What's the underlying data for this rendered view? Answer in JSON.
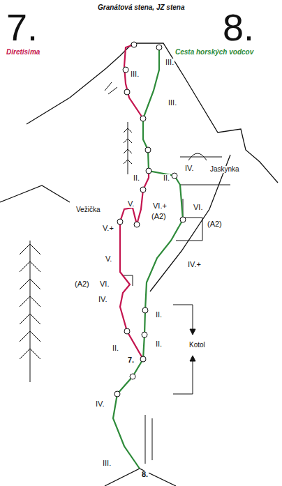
{
  "diagram": {
    "title": "Granátová stena, JZ stena",
    "labels": [
      "7.",
      "Diretisima",
      "8.",
      "Cesta horských vodcov",
      "III.",
      "III.",
      "III.",
      "IV.",
      "II.",
      "II.",
      "Jaskynka",
      "V.",
      "Vežička",
      "VI.+",
      "(A2)",
      "VI.",
      "(A2)",
      "V.+",
      "V.",
      "IV.+",
      "(A2)",
      "VI.",
      "IV.",
      "II.",
      "II.",
      "Kotol",
      "II.",
      "7.",
      "IV.",
      "III.",
      "8."
    ]
  }
}
